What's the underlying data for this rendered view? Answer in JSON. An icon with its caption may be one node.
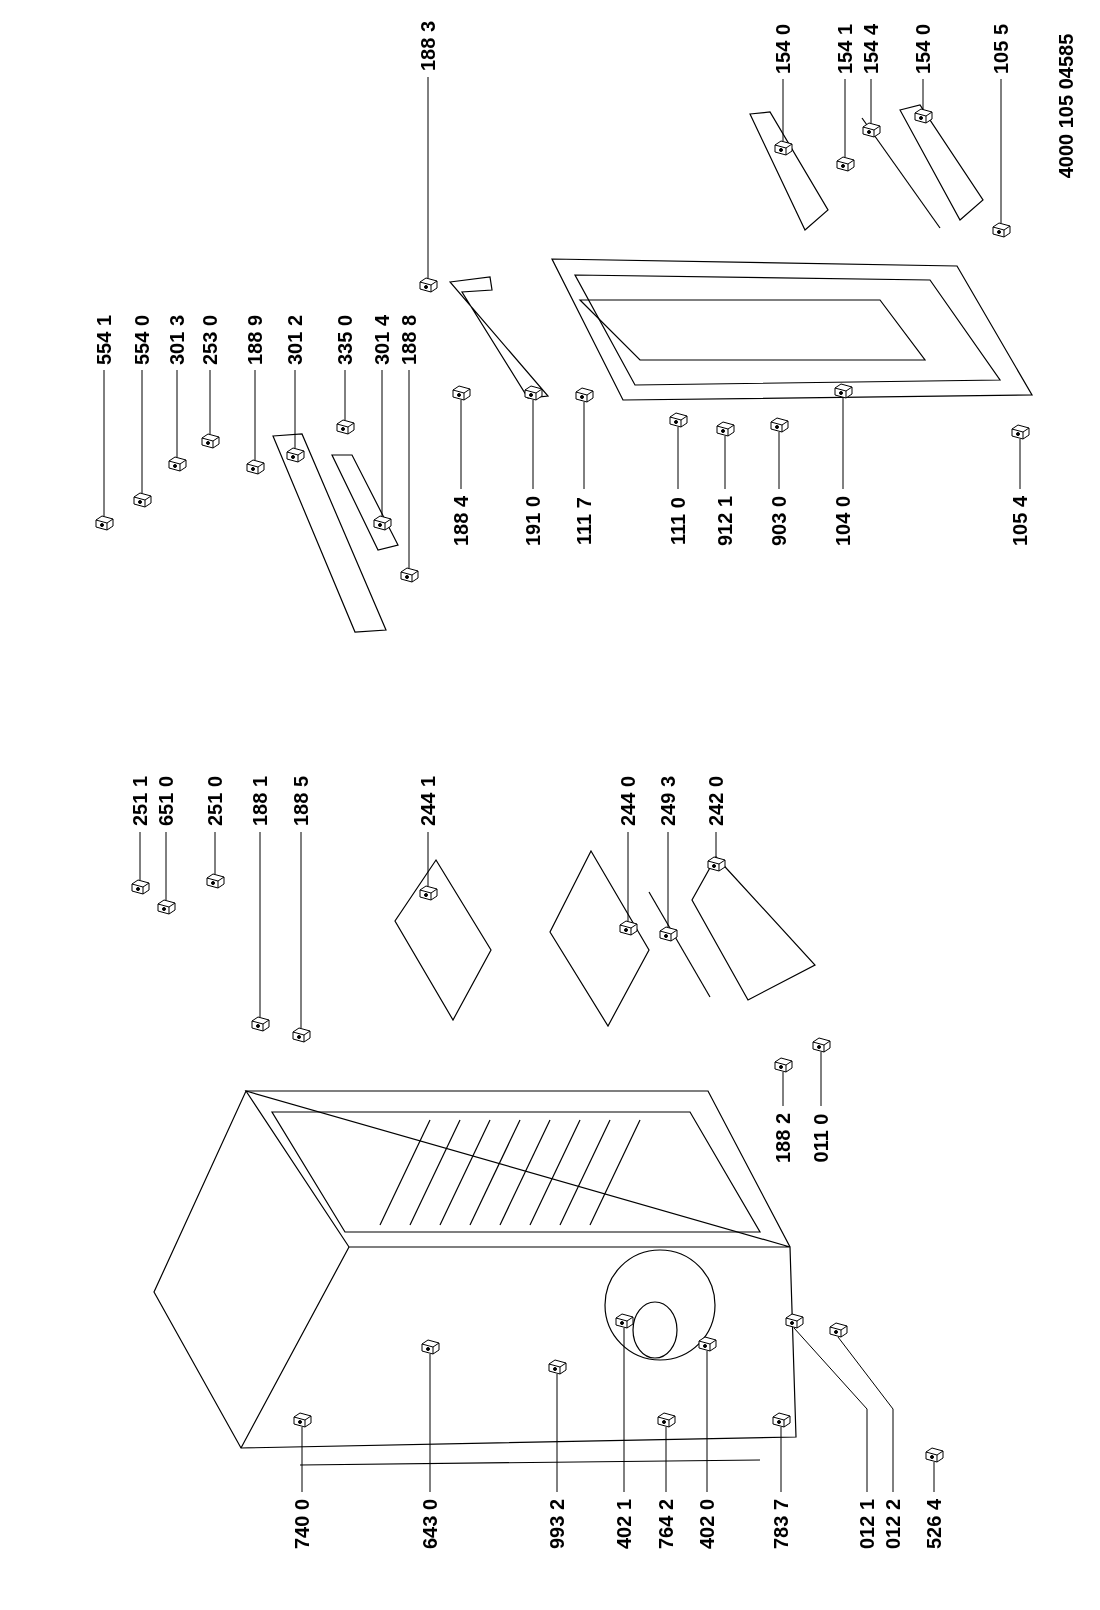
{
  "diagram": {
    "nodes": [
      {
        "text": [
          "554 1"
        ]
      },
      {
        "text": [
          "554 0"
        ]
      },
      {
        "text": [
          "301 3"
        ]
      },
      {
        "text": [
          "253 0"
        ]
      },
      {
        "text": [
          "188 9"
        ]
      },
      {
        "text": [
          "301 2"
        ]
      },
      {
        "text": [
          "335 0"
        ]
      },
      {
        "text": [
          "301 4"
        ]
      },
      {
        "text": [
          "188 8"
        ]
      },
      {
        "text": [
          "188 3"
        ]
      },
      {
        "text": [
          "188 4"
        ]
      },
      {
        "text": [
          "191 0"
        ]
      },
      {
        "text": [
          "111 7"
        ]
      },
      {
        "text": [
          "111 0"
        ]
      },
      {
        "text": [
          "912 1"
        ]
      },
      {
        "text": [
          "903 0"
        ]
      },
      {
        "text": [
          "104 0"
        ]
      },
      {
        "text": [
          "105 4"
        ]
      },
      {
        "text": [
          "154 0"
        ]
      },
      {
        "text": [
          "154 1"
        ]
      },
      {
        "text": [
          "154 4"
        ]
      },
      {
        "text": [
          "154 0"
        ]
      },
      {
        "text": [
          "105 5"
        ]
      },
      {
        "text": [
          "251 1"
        ]
      },
      {
        "text": [
          "651 0"
        ]
      },
      {
        "text": [
          "251 0"
        ]
      },
      {
        "text": [
          "188 1"
        ]
      },
      {
        "text": [
          "188 5"
        ]
      },
      {
        "text": [
          "244 1"
        ]
      },
      {
        "text": [
          "244 0"
        ]
      },
      {
        "text": [
          "249 3"
        ]
      },
      {
        "text": [
          "242 0"
        ]
      },
      {
        "text": [
          "188 2"
        ]
      },
      {
        "text": [
          "011 0"
        ]
      },
      {
        "text": [
          "740 0"
        ]
      },
      {
        "text": [
          "643 0"
        ]
      },
      {
        "text": [
          "993 2"
        ]
      },
      {
        "text": [
          "402 1"
        ]
      },
      {
        "text": [
          "764 2"
        ]
      },
      {
        "text": [
          "402 0"
        ]
      },
      {
        "text": [
          "783 7"
        ]
      },
      {
        "text": [
          "012 1"
        ]
      },
      {
        "text": [
          "012 2"
        ]
      },
      {
        "text": [
          "526 4"
        ]
      },
      {
        "text": [],
        "shape": "picture"
      },
      {
        "text": [],
        "shape": "picture"
      },
      {
        "text": [],
        "shape": "picture"
      },
      {
        "text": [],
        "shape": "picture"
      },
      {
        "text": [],
        "shape": "picture"
      },
      {
        "text": [],
        "shape": "picture"
      },
      {
        "text": [],
        "shape": "picture"
      },
      {
        "text": [],
        "shape": "picture"
      },
      {
        "text": [],
        "shape": "picture"
      },
      {
        "text": [],
        "shape": "picture"
      },
      {
        "text": [],
        "shape": "picture"
      },
      {
        "text": [],
        "shape": "picture"
      },
      {
        "text": [],
        "shape": "picture"
      },
      {
        "text": [],
        "shape": "picture"
      },
      {
        "text": [],
        "shape": "picture"
      },
      {
        "text": [],
        "shape": "picture"
      },
      {
        "text": [],
        "shape": "picture"
      },
      {
        "text": [],
        "shape": "picture"
      },
      {
        "text": [],
        "shape": "picture"
      },
      {
        "text": [],
        "shape": "picture"
      },
      {
        "text": [],
        "shape": "picture"
      },
      {
        "text": [],
        "shape": "picture"
      },
      {
        "text": [],
        "shape": "picture"
      },
      {
        "text": [],
        "shape": "picture"
      },
      {
        "text": [],
        "shape": "picture"
      },
      {
        "text": [],
        "shape": "picture"
      },
      {
        "text": [],
        "shape": "picture"
      },
      {
        "text": [],
        "shape": "picture"
      },
      {
        "text": [],
        "shape": "picture"
      },
      {
        "text": [],
        "shape": "picture"
      },
      {
        "text": [],
        "shape": "picture"
      },
      {
        "text": [],
        "shape": "picture"
      },
      {
        "text": [],
        "shape": "picture"
      },
      {
        "text": [],
        "shape": "picture"
      },
      {
        "text": [],
        "shape": "picture"
      },
      {
        "text": [],
        "shape": "picture"
      },
      {
        "text": [],
        "shape": "picture"
      },
      {
        "text": [],
        "shape": "picture"
      },
      {
        "text": [],
        "shape": "picture"
      },
      {
        "text": [],
        "shape": "picture"
      },
      {
        "text": [],
        "shape": "picture"
      },
      {
        "text": [],
        "shape": "picture"
      },
      {
        "text": [],
        "shape": "picture"
      },
      {
        "text": [],
        "shape": "picture"
      }
    ],
    "edges": [
      {
        "from": 0,
        "to": 44,
        "arrow": "none"
      },
      {
        "from": 1,
        "to": 45,
        "arrow": "none"
      },
      {
        "from": 2,
        "to": 46,
        "arrow": "none"
      },
      {
        "from": 3,
        "to": 47,
        "arrow": "none"
      },
      {
        "from": 4,
        "to": 48,
        "arrow": "none"
      },
      {
        "from": 5,
        "to": 49,
        "arrow": "none"
      },
      {
        "from": 6,
        "to": 50,
        "arrow": "none"
      },
      {
        "from": 7,
        "to": 51,
        "arrow": "none"
      },
      {
        "from": 8,
        "to": 52,
        "arrow": "none"
      },
      {
        "from": 9,
        "to": 53,
        "arrow": "none"
      },
      {
        "from": 10,
        "to": 54,
        "arrow": "none"
      },
      {
        "from": 11,
        "to": 55,
        "arrow": "none"
      },
      {
        "from": 12,
        "to": 56,
        "arrow": "none"
      },
      {
        "from": 13,
        "to": 57,
        "arrow": "none"
      },
      {
        "from": 14,
        "to": 58,
        "arrow": "none"
      },
      {
        "from": 15,
        "to": 59,
        "arrow": "none"
      },
      {
        "from": 16,
        "to": 60,
        "arrow": "none"
      },
      {
        "from": 17,
        "to": 61,
        "arrow": "none"
      },
      {
        "from": 18,
        "to": 62,
        "arrow": "none"
      },
      {
        "from": 19,
        "to": 63,
        "arrow": "none"
      },
      {
        "from": 20,
        "to": 64,
        "arrow": "none"
      },
      {
        "from": 21,
        "to": 65,
        "arrow": "none"
      },
      {
        "from": 22,
        "to": 66,
        "arrow": "none"
      },
      {
        "from": 23,
        "to": 67,
        "arrow": "none"
      },
      {
        "from": 24,
        "to": 68,
        "arrow": "none"
      },
      {
        "from": 25,
        "to": 69,
        "arrow": "none"
      },
      {
        "from": 26,
        "to": 70,
        "arrow": "none"
      },
      {
        "from": 27,
        "to": 71,
        "arrow": "none"
      },
      {
        "from": 28,
        "to": 72,
        "arrow": "none"
      },
      {
        "from": 29,
        "to": 73,
        "arrow": "none"
      },
      {
        "from": 30,
        "to": 74,
        "arrow": "none"
      },
      {
        "from": 31,
        "to": 75,
        "arrow": "none"
      },
      {
        "from": 32,
        "to": 76,
        "arrow": "none"
      },
      {
        "from": 33,
        "to": 77,
        "arrow": "none"
      },
      {
        "from": 34,
        "to": 78,
        "arrow": "none"
      },
      {
        "from": 35,
        "to": 79,
        "arrow": "none"
      },
      {
        "from": 36,
        "to": 80,
        "arrow": "none"
      },
      {
        "from": 37,
        "to": 81,
        "arrow": "none"
      },
      {
        "from": 38,
        "to": 82,
        "arrow": "none"
      },
      {
        "from": 39,
        "to": 83,
        "arrow": "none"
      },
      {
        "from": 40,
        "to": 84,
        "arrow": "none"
      },
      {
        "from": 41,
        "to": 85,
        "arrow": "none"
      },
      {
        "from": 42,
        "to": 86,
        "arrow": "none"
      },
      {
        "from": 43,
        "to": 87,
        "arrow": "none"
      }
    ],
    "labels": [
      "4000 105 04585"
    ]
  }
}
